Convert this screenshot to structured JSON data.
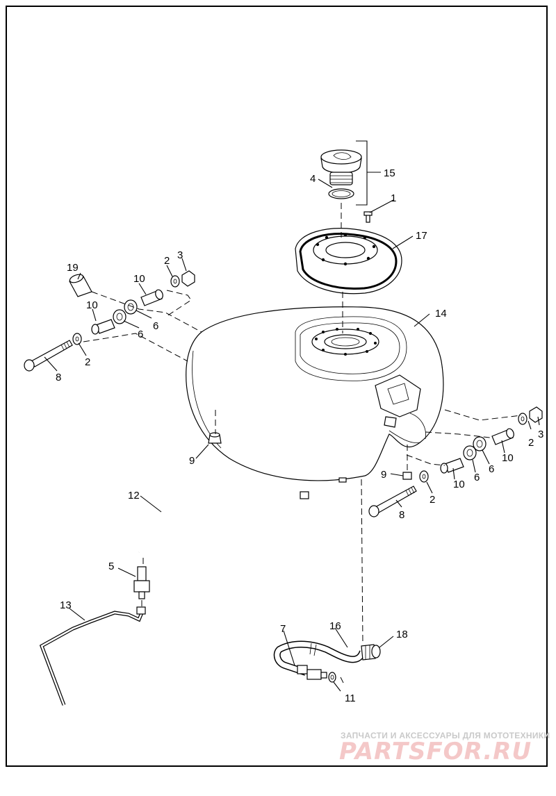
{
  "callouts": {
    "c1": "1",
    "c2a": "2",
    "c2b": "2",
    "c2c": "2",
    "c2d": "2",
    "c3a": "3",
    "c3b": "3",
    "c4": "4",
    "c5": "5",
    "c6a": "6",
    "c6b": "6",
    "c6c": "6",
    "c6d": "6",
    "c7": "7",
    "c8a": "8",
    "c8b": "8",
    "c9a": "9",
    "c9b": "9",
    "c10a": "10",
    "c10b": "10",
    "c10c": "10",
    "c10d": "10",
    "c11": "11",
    "c12": "12",
    "c13": "13",
    "c14": "14",
    "c15": "15",
    "c16": "16",
    "c17": "17",
    "c18": "18",
    "c19": "19"
  },
  "watermark": {
    "tagline": "ЗАПЧАСТИ И АКСЕССУАРЫ ДЛЯ МОТОТЕХНИКИ",
    "logo": "PARTSFOR.RU"
  }
}
